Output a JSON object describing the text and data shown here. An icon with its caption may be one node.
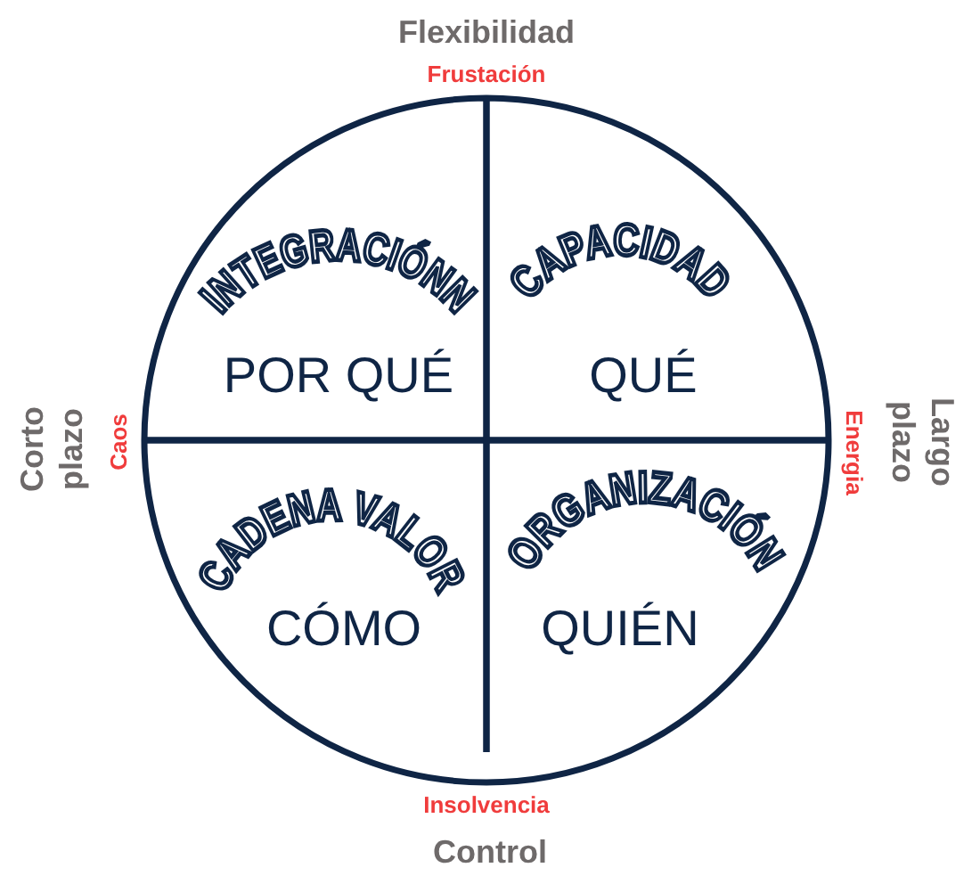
{
  "diagram": {
    "nodes": [
      {
        "text": [
          "INTEGRACIÓNN",
          "POR QUÉ"
        ]
      },
      {
        "text": [
          "CAPACIDAD",
          "QUÉ"
        ]
      },
      {
        "text": [
          "CADENA VALOR",
          "CÓMO"
        ]
      },
      {
        "text": [
          "ORGANIZACIÓN",
          "QUIÉN"
        ]
      }
    ],
    "labels": [
      "Flexibilidad",
      "Frustación",
      "Corto plazo",
      "Caos",
      "Energia",
      "Largo plazo",
      "Insolvencia",
      "Control"
    ]
  }
}
